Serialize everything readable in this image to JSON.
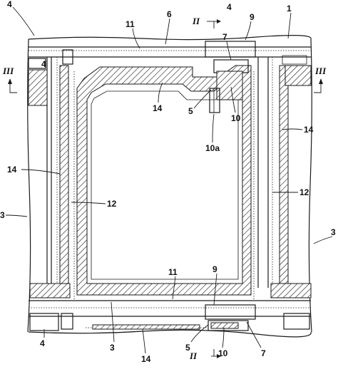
{
  "figure": {
    "labels": {
      "l1": "1",
      "l3_left": "3",
      "l3_right": "3",
      "l3_bottom": "3",
      "l4_topleft": "4",
      "l4_midleft": "4",
      "l4_top": "4",
      "l4_bottomleft": "4",
      "l5_top": "5",
      "l5_bottom": "5",
      "l6": "6",
      "l7_top": "7",
      "l7_bottom": "7",
      "l9_top": "9",
      "l9_bottom": "9",
      "l10_top": "10",
      "l10_bottom": "10",
      "l10a": "10a",
      "l11_top": "11",
      "l11_bottom": "11",
      "l12_left": "12",
      "l12_right": "12",
      "l14_center": "14",
      "l14_left": "14",
      "l14_right": "14",
      "l14_bottom": "14",
      "sec_II_top": "II",
      "sec_II_bottom": "II",
      "sec_III_left": "III",
      "sec_III_right": "III"
    }
  }
}
